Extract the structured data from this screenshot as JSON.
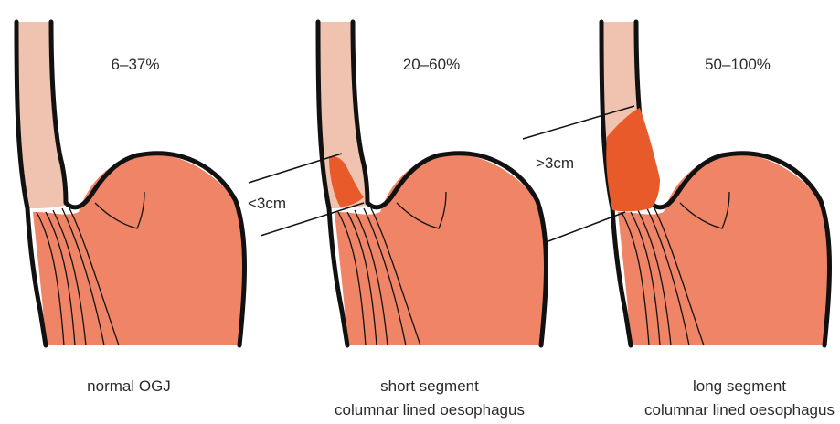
{
  "colors": {
    "stomach": "#ef8566",
    "oesophagus": "#f0c3b1",
    "columnar": "#e85a2a",
    "outline": "#111111",
    "text": "#2a2a2a"
  },
  "panels": [
    {
      "percentage": "6–37%",
      "caption_line1": "normal OGJ",
      "caption_line2": ""
    },
    {
      "percentage": "20–60%",
      "measure": "<3cm",
      "caption_line1": "short segment",
      "caption_line2": "columnar lined oesophagus"
    },
    {
      "percentage": "50–100%",
      "measure": ">3cm",
      "caption_line1": "long segment",
      "caption_line2": "columnar lined oesophagus"
    }
  ]
}
